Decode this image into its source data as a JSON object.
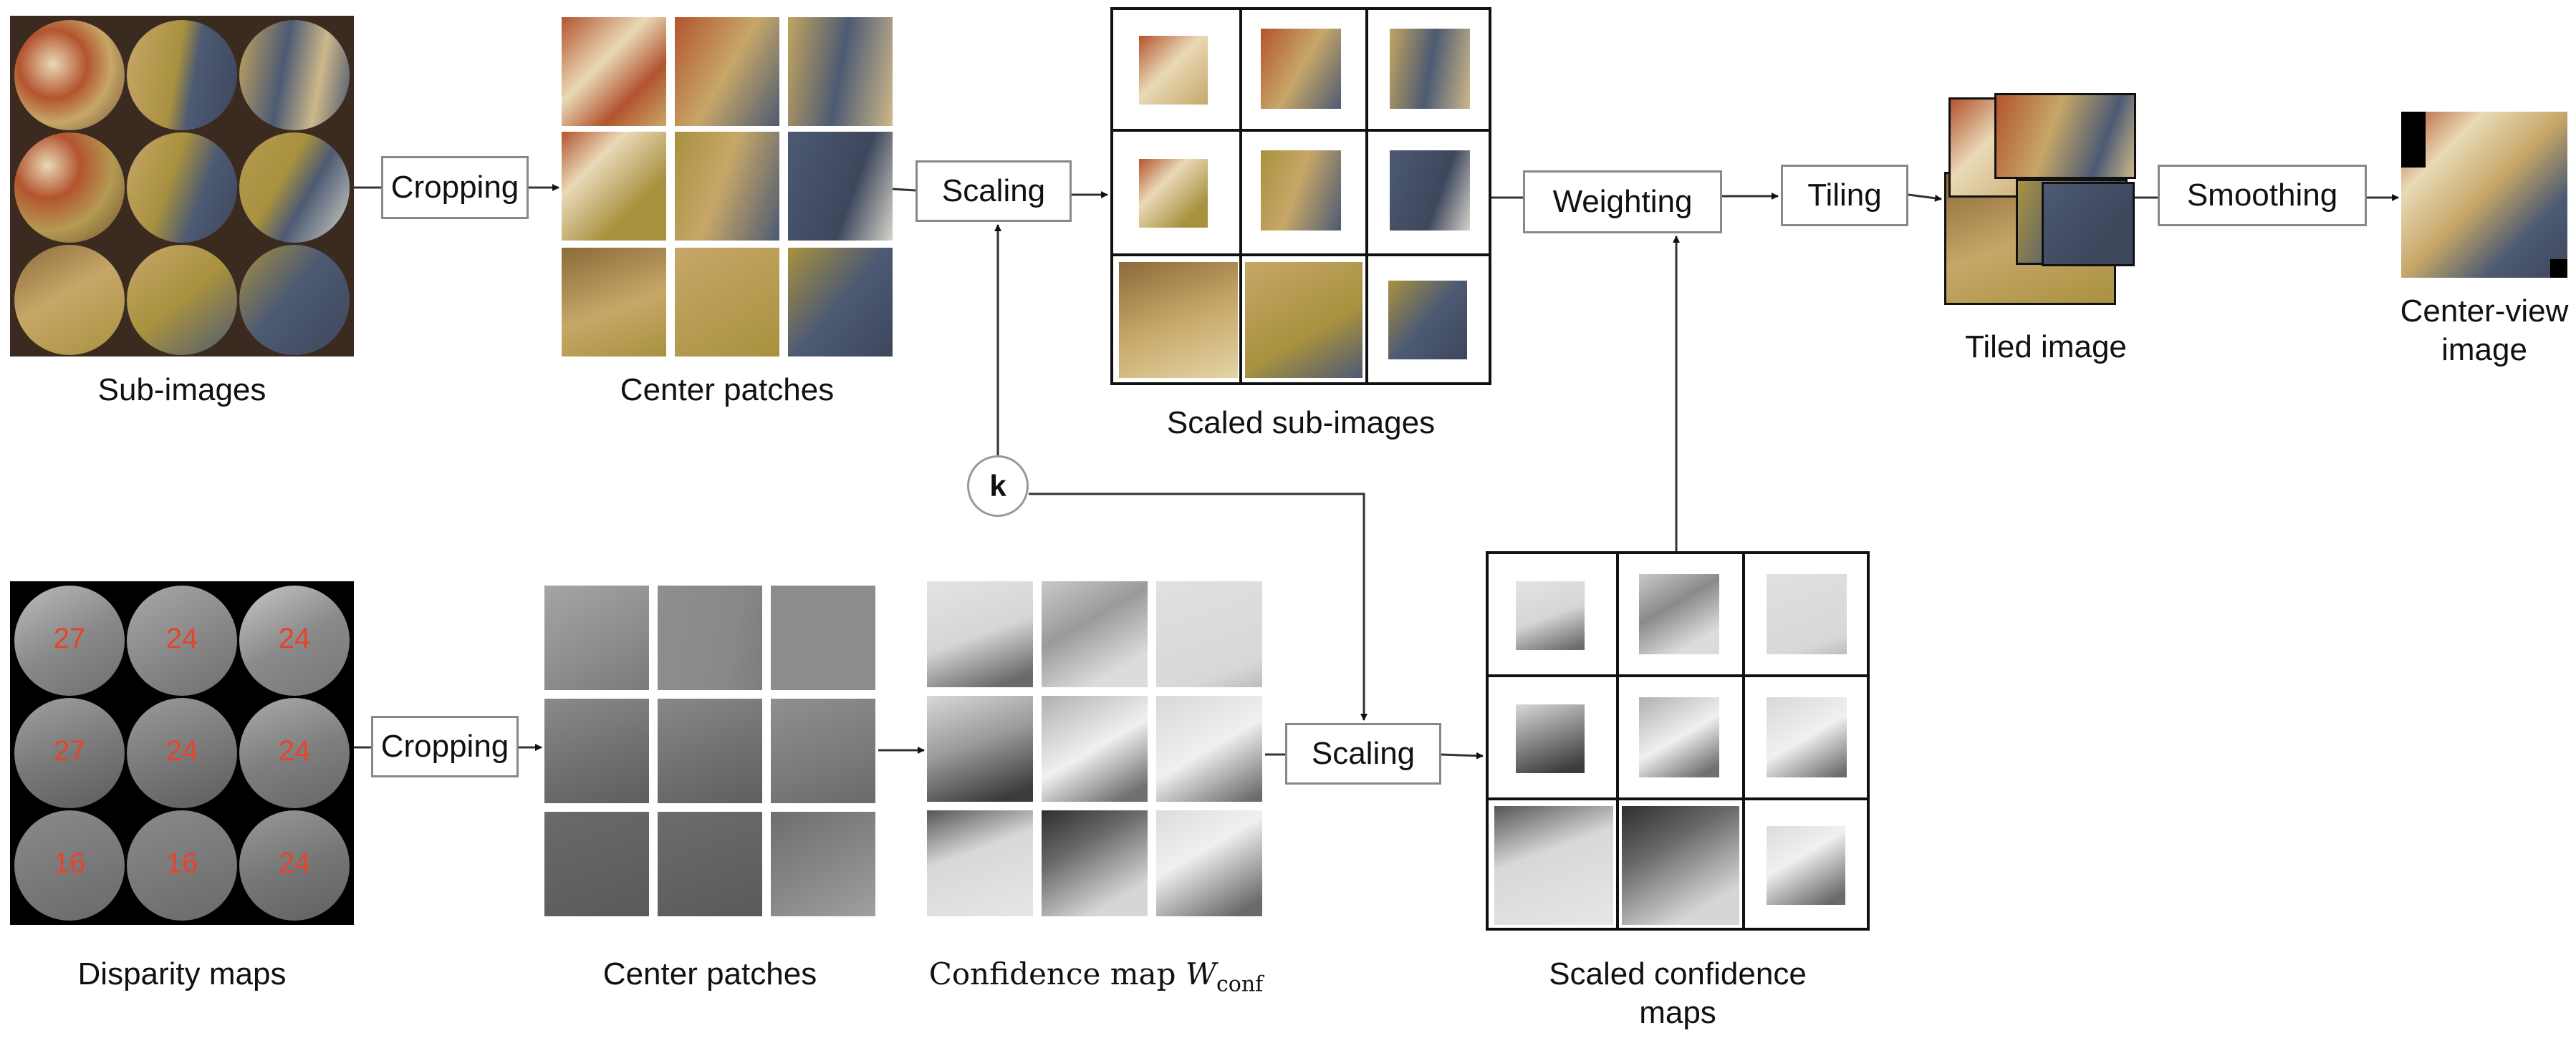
{
  "labels": {
    "sub_images": "Sub-images",
    "center_patches_top": "Center patches",
    "scaled_sub_images": "Scaled sub-images",
    "tiled_image": "Tiled image",
    "center_view_line1": "Center-view",
    "center_view_line2": "image",
    "disparity_maps": "Disparity maps",
    "center_patches_bottom": "Center patches",
    "confidence_map_prefix": "Confidence map ",
    "confidence_map_symbol": "W",
    "confidence_map_subscript": "conf",
    "scaled_conf_line1": "Scaled confidence",
    "scaled_conf_line2": "maps"
  },
  "process_boxes": {
    "cropping_top": "Cropping",
    "scaling_top": "Scaling",
    "weighting": "Weighting",
    "tiling": "Tiling",
    "smoothing": "Smoothing",
    "cropping_bottom": "Cropping",
    "scaling_bottom": "Scaling"
  },
  "k_node": "k",
  "disparity_values": [
    "27",
    "24",
    "24",
    "27",
    "24",
    "24",
    "16",
    "16",
    "24"
  ],
  "colors": {
    "sub_image_bg": "#3a2a22",
    "tan": "#c9a86a",
    "olive": "#a8913f",
    "blue_gray": "#4d5a73",
    "rust": "#b3542f",
    "disparity_bg": "#000000",
    "disparity_number": "#e8432c",
    "box_border": "#888888"
  }
}
